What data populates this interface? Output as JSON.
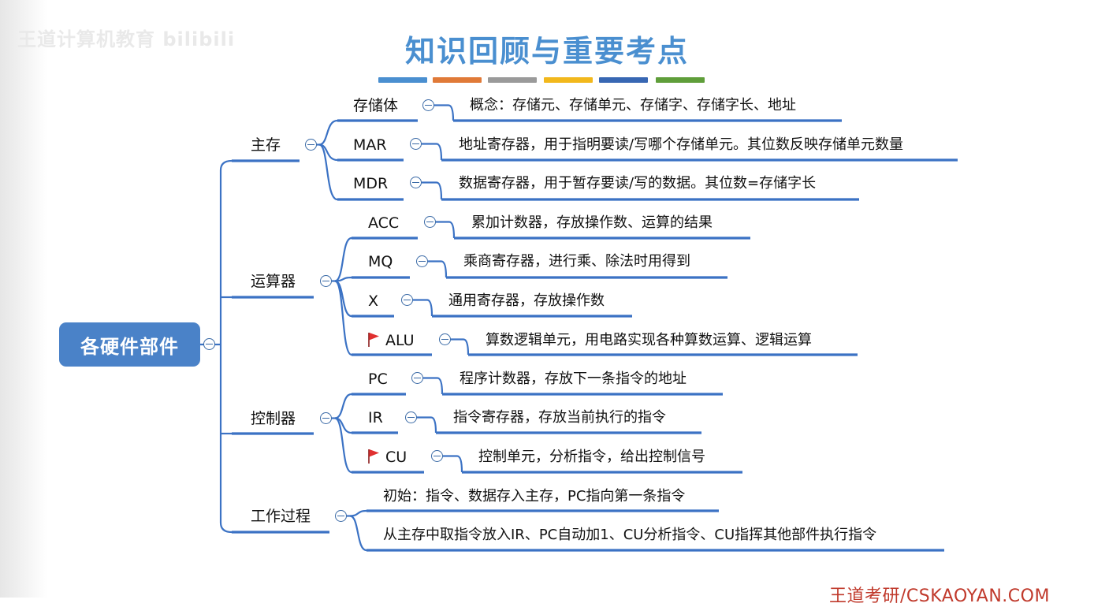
{
  "watermark": "王道计算机教育 bilibili",
  "title": "知识回顾与重要考点",
  "color_bars": [
    "#4a8fd0",
    "#e07a38",
    "#9a9a9a",
    "#f2b81c",
    "#3867b3",
    "#5f9e3a"
  ],
  "root": {
    "label": "各硬件部件"
  },
  "branches": [
    {
      "label": "主存",
      "children": [
        {
          "label": "存储体",
          "desc": "概念：存储元、存储单元、存储字、存储字长、地址",
          "flag": false
        },
        {
          "label": "MAR",
          "desc": "地址寄存器，用于指明要读/写哪个存储单元。其位数反映存储单元数量",
          "flag": false
        },
        {
          "label": "MDR",
          "desc": "数据寄存器，用于暂存要读/写的数据。其位数=存储字长",
          "flag": false
        }
      ]
    },
    {
      "label": "运算器",
      "children": [
        {
          "label": "ACC",
          "desc": "累加计数器，存放操作数、运算的结果",
          "flag": false
        },
        {
          "label": "MQ",
          "desc": "乘商寄存器，进行乘、除法时用得到",
          "flag": false
        },
        {
          "label": "X",
          "desc": "通用寄存器，存放操作数",
          "flag": false
        },
        {
          "label": "ALU",
          "desc": "算数逻辑单元，用电路实现各种算数运算、逻辑运算",
          "flag": true
        }
      ]
    },
    {
      "label": "控制器",
      "children": [
        {
          "label": "PC",
          "desc": "程序计数器，存放下一条指令的地址",
          "flag": false
        },
        {
          "label": "IR",
          "desc": "指令寄存器，存放当前执行的指令",
          "flag": false
        },
        {
          "label": "CU",
          "desc": "控制单元，分析指令，给出控制信号",
          "flag": true
        }
      ]
    },
    {
      "label": "工作过程",
      "children": [
        {
          "label": "初始：指令、数据存入主存，PC指向第一条指令"
        },
        {
          "label": "从主存中取指令放入IR、PC自动加1、CU分析指令、CU指挥其他部件执行指令"
        }
      ]
    }
  ],
  "footer": "王道考研/CSKAOYAN.COM",
  "colors": {
    "line": "#3b72c4",
    "root_bg": "#4a82c8",
    "title": "#4a8fd0",
    "flag": "#e03030"
  }
}
